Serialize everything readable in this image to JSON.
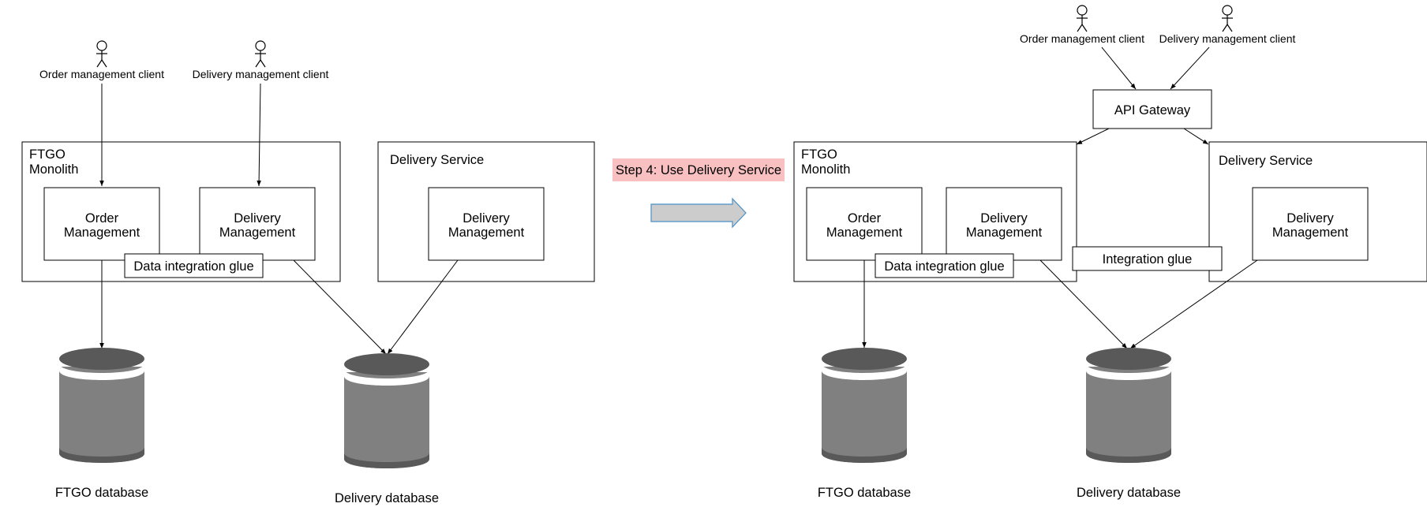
{
  "left": {
    "actors": {
      "order_client": "Order management client",
      "delivery_client": "Delivery management client"
    },
    "monolith": {
      "title_line1": "FTGO",
      "title_line2": "Monolith"
    },
    "order_management": {
      "line1": "Order",
      "line2": "Management"
    },
    "delivery_management": {
      "line1": "Delivery",
      "line2": "Management"
    },
    "data_glue": "Data integration glue",
    "delivery_service": {
      "title": "Delivery Service",
      "inner_line1": "Delivery",
      "inner_line2": "Management"
    },
    "ftgo_database": "FTGO database",
    "delivery_database": "Delivery database"
  },
  "step_label": "Step 4:  Use Delivery Service",
  "right": {
    "actors": {
      "order_client": "Order management client",
      "delivery_client": "Delivery management client"
    },
    "api_gateway": "API Gateway",
    "monolith": {
      "title_line1": "FTGO",
      "title_line2": "Monolith"
    },
    "order_management": {
      "line1": "Order",
      "line2": "Management"
    },
    "delivery_management": {
      "line1": "Delivery",
      "line2": "Management"
    },
    "data_glue": "Data integration glue",
    "integration_glue": "Integration glue",
    "delivery_service": {
      "title": "Delivery Service",
      "inner_line1": "Delivery",
      "inner_line2": "Management"
    },
    "ftgo_database": "FTGO database",
    "delivery_database": "Delivery database"
  },
  "colors": {
    "step_label_bg": "#f8c0c0",
    "arrow_fill": "#cccccc",
    "arrow_stroke": "#4a90c8",
    "database_body": "#808080",
    "database_top": "#595959"
  }
}
